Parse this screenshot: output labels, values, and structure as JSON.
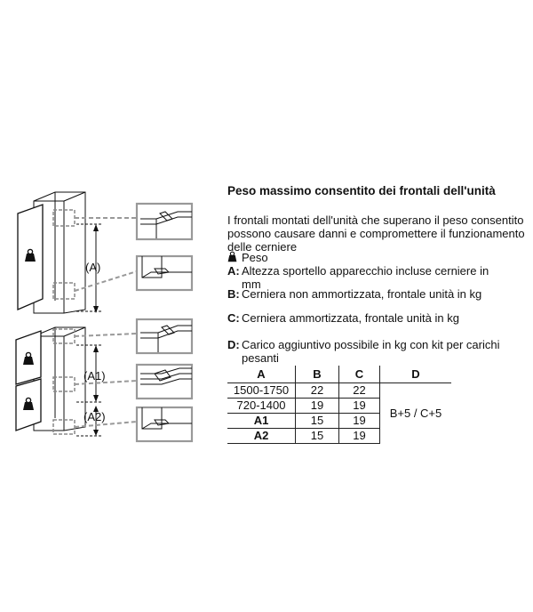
{
  "title": "Peso massimo consentito dei frontali dell'unità",
  "intro": "I frontali montati dell'unità che superano il peso consentito possono causare danni e compromettere il funzionamento delle cerniere",
  "legend": [
    {
      "key": "",
      "icon": "weight-icon",
      "text": "Peso"
    },
    {
      "key": "A:",
      "text": "Altezza sportello apparecchio incluse cerniere in",
      "cont": "mm"
    },
    {
      "key": "B:",
      "text": "Cerniera non ammortizzata, frontale unità in kg"
    },
    {
      "key": "C:",
      "text": "Cerniera ammortizzata, frontale unità in kg"
    },
    {
      "key": "D:",
      "text": "Carico aggiuntivo possibile in kg con kit per carichi",
      "cont": "pesanti"
    }
  ],
  "table": {
    "headers": [
      "A",
      "B",
      "C",
      "D"
    ],
    "rows": [
      [
        "1500-1750",
        "22",
        "22"
      ],
      [
        "720-1400",
        "19",
        "19"
      ],
      [
        "A1",
        "15",
        "19"
      ],
      [
        "A2",
        "15",
        "19"
      ]
    ],
    "d_value": "B+5 / C+5"
  },
  "figure": {
    "label_a": "(A)",
    "label_a1": "(A1)",
    "label_a2": "(A2)",
    "line_color": "#999999",
    "icon": "weight-icon"
  }
}
